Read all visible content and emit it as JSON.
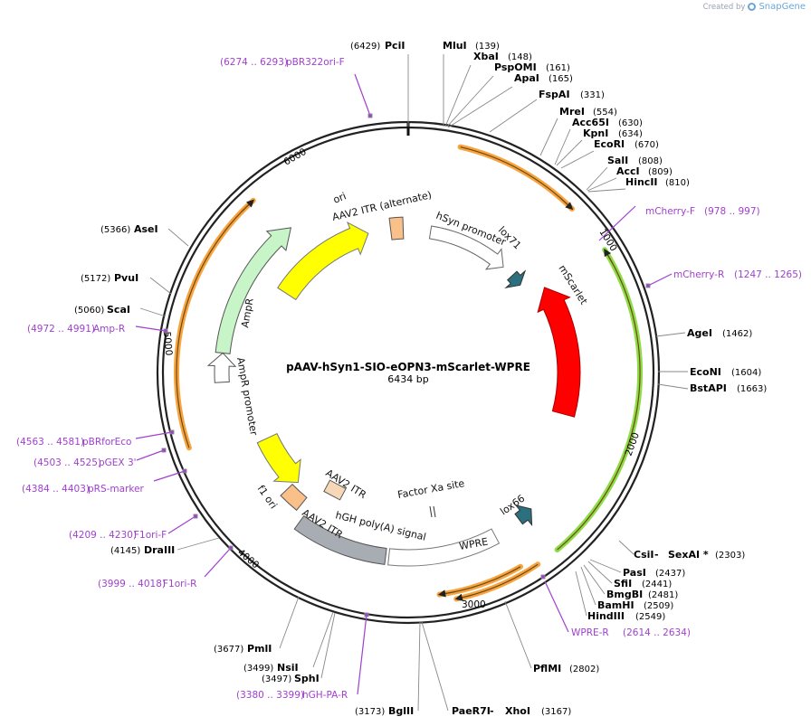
{
  "brand": {
    "created_by": "Created by",
    "name": "SnapGene"
  },
  "plasmid": {
    "name": "pAAV-hSyn1-SIO-eOPN3-mScarlet-WPRE",
    "length": "6434 bp"
  },
  "ticks": [
    "1000",
    "2000",
    "3000",
    "4000",
    "5000",
    "6000"
  ],
  "sites_top": [
    {
      "name": "PciI",
      "pos": "(6429)"
    },
    {
      "name": "MluI",
      "pos": "(139)"
    },
    {
      "name": "XbaI",
      "pos": "(148)"
    },
    {
      "name": "PspOMI",
      "pos": "(161)"
    },
    {
      "name": "ApaI",
      "pos": "(165)"
    },
    {
      "name": "FspAI",
      "pos": "(331)"
    },
    {
      "name": "MreI",
      "pos": "(554)"
    },
    {
      "name": "Acc65I",
      "pos": "(630)"
    },
    {
      "name": "KpnI",
      "pos": "(634)"
    },
    {
      "name": "EcoRI",
      "pos": "(670)"
    },
    {
      "name": "SalI",
      "pos": "(808)"
    },
    {
      "name": "AccI",
      "pos": "(809)"
    },
    {
      "name": "HincII",
      "pos": "(810)"
    }
  ],
  "sites_right": [
    {
      "name": "AgeI",
      "pos": "(1462)"
    },
    {
      "name": "EcoNI",
      "pos": "(1604)"
    },
    {
      "name": "BstAPI",
      "pos": "(1663)"
    },
    {
      "name": "CsiI",
      "sep": " - ",
      "name2": "SexAI *",
      "pos": "(2303)"
    },
    {
      "name": "PasI",
      "pos": "(2437)"
    },
    {
      "name": "SfiI",
      "pos": "(2441)"
    },
    {
      "name": "BmgBI",
      "pos": "(2481)"
    },
    {
      "name": "BamHI",
      "pos": "(2509)"
    },
    {
      "name": "HindIII",
      "pos": "(2549)"
    },
    {
      "name": "PflMI",
      "pos": "(2802)"
    }
  ],
  "sites_bottom": [
    {
      "name": "BglII",
      "pos": "(3173)"
    },
    {
      "name": "PaeR7I",
      "sep": " - ",
      "name2": "XhoI",
      "pos": "(3167)"
    },
    {
      "name": "PmlI",
      "pos": "(3677)"
    },
    {
      "name": "NsiI",
      "pos": "(3499)"
    },
    {
      "name": "SphI",
      "pos": "(3497)"
    }
  ],
  "sites_left": [
    {
      "name": "AseI",
      "pos": "(5366)"
    },
    {
      "name": "PvuI",
      "pos": "(5172)"
    },
    {
      "name": "ScaI",
      "pos": "(5060)"
    },
    {
      "name": "DraIII",
      "pos": "(4145)"
    }
  ],
  "primers": [
    {
      "name": "pBR322ori-F",
      "range": "(6274 .. 6293)"
    },
    {
      "name": "mCherry-F",
      "range": "(978 .. 997)"
    },
    {
      "name": "mCherry-R",
      "range": "(1247 .. 1265)"
    },
    {
      "name": "Amp-R",
      "range": "(4972 .. 4991)"
    },
    {
      "name": "pBRforEco",
      "range": "(4563 .. 4581)"
    },
    {
      "name": "pGEX 3'",
      "range": "(4503 .. 4525)"
    },
    {
      "name": "pRS-marker",
      "range": "(4384 .. 4403)"
    },
    {
      "name": "F1ori-F",
      "range": "(4209 .. 4230)"
    },
    {
      "name": "F1ori-R",
      "range": "(3999 .. 4018)"
    },
    {
      "name": "WPRE-R",
      "range": "(2614 .. 2634)"
    },
    {
      "name": "hGH-PA-R",
      "range": "(3380 .. 3399)"
    }
  ],
  "features": {
    "ori": "ori",
    "aav2_itr_alt": "AAV2 ITR (alternate)",
    "hsyn": "hSyn promoter",
    "lox71": "lox71",
    "mscarlet": "mScarlet",
    "ampr": "AmpR",
    "ampr_promoter": "AmpR promoter",
    "f1ori": "f1 ori",
    "aav2_itr_a": "AAV2 ITR",
    "aav2_itr_b": "AAV2 ITR",
    "hgh": "hGH poly(A) signal",
    "factor_xa": "Factor Xa site",
    "wpre": "WPRE",
    "lox66": "lox66"
  },
  "colors": {
    "primer": "#a040d0",
    "ori": "#ffff00",
    "mscarlet": "#ff0000",
    "ampr": "#c8f5c8",
    "itr": "#f9c08a",
    "wpre_arc": "#f7a440",
    "green_arc": "#8fdc4a",
    "hgh": "#a8adb4",
    "lox": "#2c6f7e"
  }
}
